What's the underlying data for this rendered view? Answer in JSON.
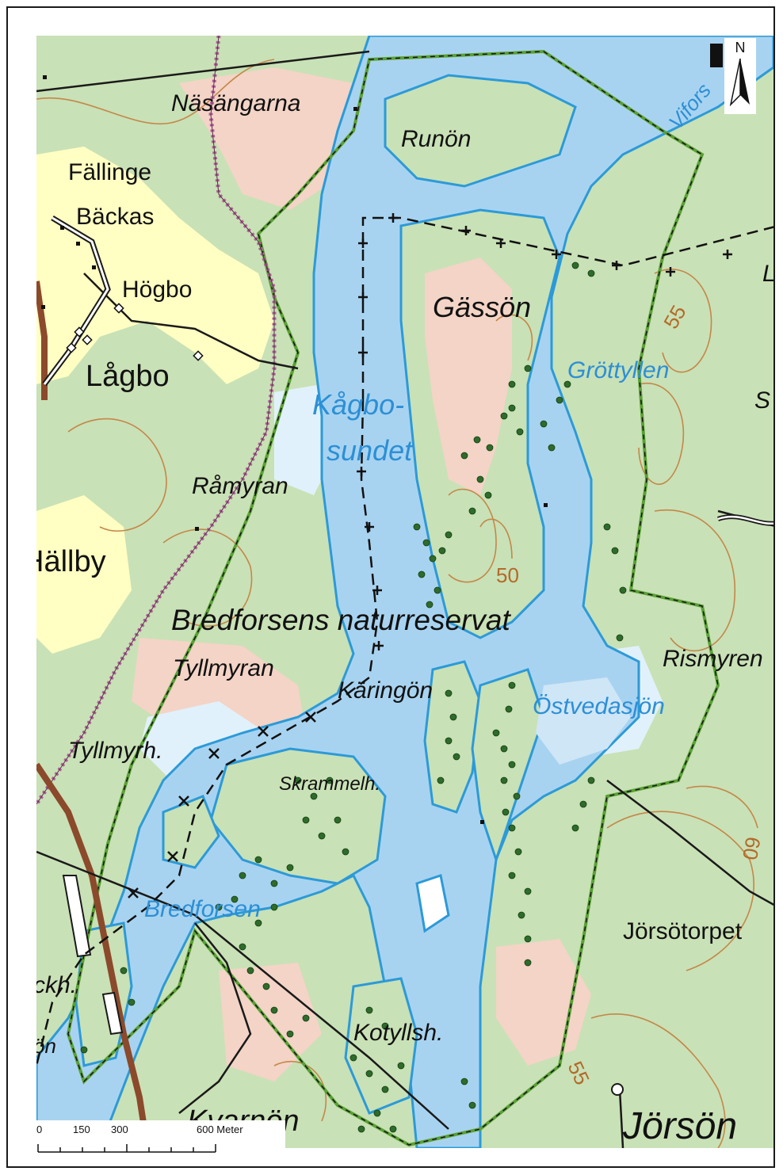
{
  "map": {
    "colors": {
      "forest": "#c9e1b6",
      "open_land": "#ffffc3",
      "field_pink": "#f3d4c6",
      "water": "#a8d3f0",
      "shore": "#2c9ad8",
      "wetland": "#e1f1fb",
      "contour": "#c4874a",
      "reserve_border": "#5aa036",
      "tree_dot": "#2f6b2a",
      "road": "#1a1a1a",
      "railway": "#8b4a2b",
      "power_line": "#b0609a"
    },
    "place_names": {
      "nasangarna": "Näsängarna",
      "runon": "Runön",
      "fallinge": "Fällinge",
      "backas": "Bäckas",
      "hogbo": "Högbo",
      "lagbo": "Lågbo",
      "gasson": "Gässön",
      "grottyllen": "Gröttyllen",
      "kagbo_1": "Kågbo-",
      "kagbo_2": "sundet",
      "ramyran": "Råmyran",
      "hallby": "Hällby",
      "reserve": "Bredforsens naturreservat",
      "rismyren": "Rismyren",
      "tyllmyran": "Tyllmyran",
      "karingon": "Käringön",
      "ostvedasjon": "Östvedasjön",
      "tyllmyrh": "Tyllmyrh.",
      "skrammelh": "Skrammelh.",
      "bredforsen": "Bredforsen",
      "jorsotorpet": "Jörsötorpet",
      "ckh": "ckh.",
      "on_fragment": "ön",
      "kotyllsh": "Kotyllsh.",
      "kvarnon": "Kvarnön",
      "jorson": "Jörsön",
      "vifors": "Vifors",
      "s_fragment": "S",
      "l_fragment": "L"
    },
    "contour_labels": {
      "c55_top": "55",
      "c50": "50",
      "c60": "60",
      "c55_bottom": "55"
    },
    "north_arrow": {
      "label": "N",
      "icon": "north-arrow-icon"
    },
    "scale_bar": {
      "ticks": [
        "0",
        "150",
        "300",
        "600 Meter"
      ]
    }
  }
}
